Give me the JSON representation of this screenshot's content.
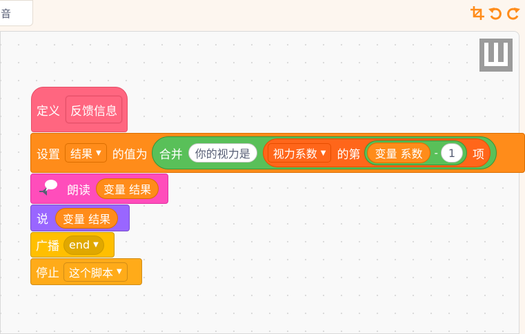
{
  "top_tab": {
    "label": "音"
  },
  "toolbar": {
    "icons": [
      "crop-icon",
      "undo-icon",
      "redo-icon"
    ],
    "accent": "#ff8c1a"
  },
  "colors": {
    "my_blocks": "#ff6680",
    "variables": "#ff8c1a",
    "lists": "#ff661a",
    "operators": "#59c059",
    "text_to_speech": "#ff4dbb",
    "looks": "#9966ff",
    "events": "#ffbf00",
    "control": "#ffab19"
  },
  "script": {
    "define_block": {
      "label": "定义",
      "proc_name": "反馈信息"
    },
    "set_block": {
      "label": "设置",
      "var_dropdown": "结果",
      "to_label": "的值为",
      "join": {
        "label": "合并",
        "text": "你的视力是",
        "item": {
          "list_dropdown": "视力系数",
          "of_label": "的第",
          "subtract": {
            "var_reporter": "变量 系数",
            "op": "-",
            "number": "1"
          },
          "suffix": "项"
        }
      }
    },
    "speak_block": {
      "label": "朗读",
      "var_reporter": "变量 结果"
    },
    "say_block": {
      "label": "说",
      "var_reporter": "变量 结果"
    },
    "broadcast_block": {
      "label": "广播",
      "message": "end"
    },
    "stop_block": {
      "label": "停止",
      "option": "这个脚本"
    }
  }
}
